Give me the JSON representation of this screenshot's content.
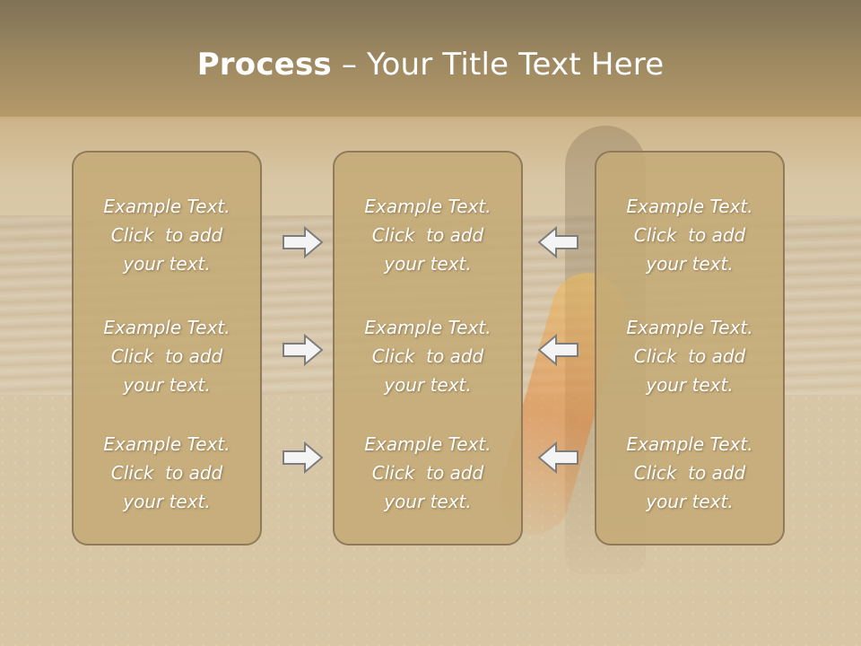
{
  "slide": {
    "title_bold": "Process",
    "title_rest": " – Your Title Text Here",
    "columns": [
      {
        "items": [
          {
            "line1": "Example Text.",
            "line2": "Click  to add",
            "line3": "your text."
          },
          {
            "line1": "Example Text.",
            "line2": "Click  to add",
            "line3": "your text."
          },
          {
            "line1": "Example Text.",
            "line2": "Click  to add",
            "line3": "your text."
          }
        ]
      },
      {
        "items": [
          {
            "line1": "Example Text.",
            "line2": "Click  to add",
            "line3": "your text."
          },
          {
            "line1": "Example Text.",
            "line2": "Click  to add",
            "line3": "your text."
          },
          {
            "line1": "Example Text.",
            "line2": "Click  to add",
            "line3": "your text."
          }
        ]
      },
      {
        "items": [
          {
            "line1": "Example Text.",
            "line2": "Click  to add",
            "line3": "your text."
          },
          {
            "line1": "Example Text.",
            "line2": "Click  to add",
            "line3": "your text."
          },
          {
            "line1": "Example Text.",
            "line2": "Click  to add",
            "line3": "your text."
          }
        ]
      }
    ],
    "arrows": {
      "left_group": [
        "right-arrow-icon",
        "right-arrow-icon",
        "right-arrow-icon"
      ],
      "right_group": [
        "left-arrow-icon",
        "left-arrow-icon",
        "left-arrow-icon"
      ]
    },
    "colors": {
      "box_fill": "#c4aa76",
      "box_border": "#8f7b5b",
      "header": "#9a8660",
      "text": "#ffffff"
    }
  }
}
